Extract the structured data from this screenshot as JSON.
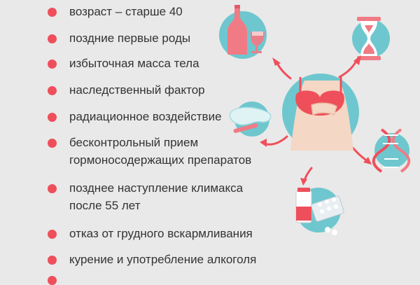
{
  "risk_factors": [
    {
      "lines": [
        "возраст – старше 40"
      ]
    },
    {
      "lines": [
        "поздние первые роды"
      ]
    },
    {
      "lines": [
        "избыточная масса тела"
      ]
    },
    {
      "lines": [
        "наследственный фактор"
      ]
    },
    {
      "lines": [
        "радиационное воздействие"
      ]
    },
    {
      "lines": [
        "бесконтрольный прием",
        "гормоносодержащих препаратов"
      ]
    },
    {
      "lines": [
        "позднее наступление климакса",
        "после 55 лет"
      ]
    },
    {
      "lines": [
        "отказ от грудного вскармливания"
      ]
    },
    {
      "lines": [
        "курение и употребление алкоголя"
      ]
    }
  ],
  "colors": {
    "background": "#e9e9e9",
    "bullet": "#ef4f5b",
    "accent_teal": "#6ec7cf",
    "accent_pink": "#f07b85",
    "skin": "#f4d7c4"
  },
  "icons": [
    "wine-bottle-icon",
    "hourglass-icon",
    "woman-chest-pain-icon",
    "xray-radiation-icon",
    "dna-icon",
    "pills-icon",
    "arrow-icon"
  ]
}
